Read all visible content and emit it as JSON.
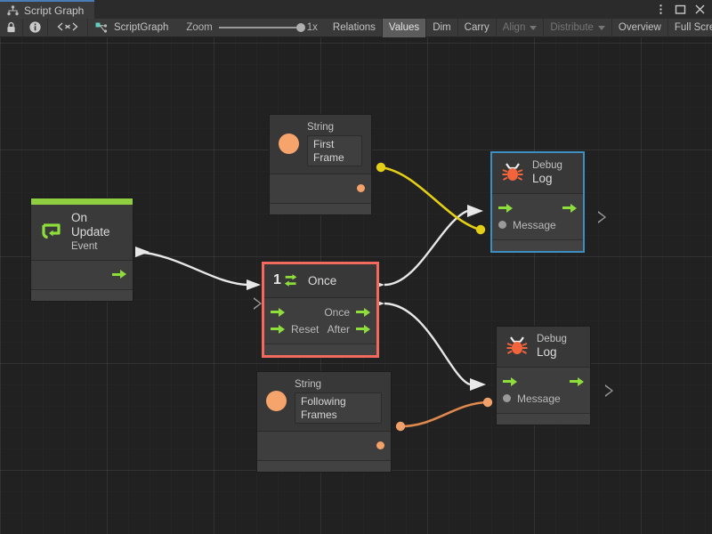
{
  "window": {
    "tab_title": "Script Graph",
    "tab_icon": "graph-icon",
    "controls": [
      {
        "name": "more-options-icon",
        "glyph": "kebab"
      },
      {
        "name": "maximize-icon",
        "glyph": "square"
      },
      {
        "name": "close-icon",
        "glyph": "x"
      }
    ]
  },
  "toolbar": {
    "lock_icon": "lock-icon",
    "info_icon": "info-icon",
    "code_icon": "angle-brackets-icon",
    "graph_icon": "script-graph-icon",
    "graph_name": "ScriptGraph",
    "zoom_label": "Zoom",
    "zoom_value": "1x",
    "zoom_percent": 100,
    "buttons": [
      {
        "label": "Relations",
        "active": false,
        "dim": false,
        "dropdown": false
      },
      {
        "label": "Values",
        "active": true,
        "dim": false,
        "dropdown": false
      },
      {
        "label": "Dim",
        "active": false,
        "dim": false,
        "dropdown": false
      },
      {
        "label": "Carry",
        "active": false,
        "dim": false,
        "dropdown": false
      },
      {
        "label": "Align",
        "active": false,
        "dim": true,
        "dropdown": true
      },
      {
        "label": "Distribute",
        "active": false,
        "dim": true,
        "dropdown": true
      },
      {
        "label": "Overview",
        "active": false,
        "dim": false,
        "dropdown": false
      },
      {
        "label": "Full Screen",
        "active": false,
        "dim": false,
        "dropdown": false
      }
    ]
  },
  "colors": {
    "flow_green": "#8ede3b",
    "event_accent": "#8fce3f",
    "selection_red": "#f2695e",
    "selection_blue": "#3c8fc0",
    "string_orange": "#f5a26a",
    "edge_yellow": "#e8d21a",
    "edge_white": "#e8e8e8",
    "canvas_bg": "#212121",
    "node_bg": "#3b3b3b"
  },
  "nodes": {
    "on_update": {
      "title": "On Update",
      "subtitle": "Event",
      "icon": "on-update-event-icon",
      "selected": false,
      "ports_out": [
        {
          "name": "trigger-out",
          "label": ""
        }
      ]
    },
    "once": {
      "title": "Once",
      "badge": "1",
      "icon": "once-loop-icon",
      "selected": true,
      "selection": "red",
      "ports_in": [
        {
          "name": "enter-in",
          "label": ""
        },
        {
          "name": "reset-in",
          "label": "Reset"
        }
      ],
      "ports_out": [
        {
          "name": "once-out",
          "label": "Once"
        },
        {
          "name": "after-out",
          "label": "After"
        }
      ]
    },
    "string_first": {
      "title": "String",
      "value": "First Frame",
      "icon": "string-literal-icon",
      "selected": false,
      "ports_out": [
        {
          "name": "value-out",
          "label": ""
        }
      ]
    },
    "string_following": {
      "title": "String",
      "value": "Following Frames",
      "icon": "string-literal-icon",
      "selected": false,
      "ports_out": [
        {
          "name": "value-out",
          "label": ""
        }
      ]
    },
    "debug_log_1": {
      "title_sm": "Debug",
      "title_lg": "Log",
      "icon": "debug-bug-icon",
      "selected": true,
      "selection": "blue",
      "ports_in": [
        {
          "name": "enter-in",
          "label": ""
        },
        {
          "name": "message-in",
          "label": "Message"
        }
      ],
      "ports_out": [
        {
          "name": "exit-out",
          "label": ""
        }
      ]
    },
    "debug_log_2": {
      "title_sm": "Debug",
      "title_lg": "Log",
      "icon": "debug-bug-icon",
      "selected": false,
      "ports_in": [
        {
          "name": "enter-in",
          "label": ""
        },
        {
          "name": "message-in",
          "label": "Message"
        }
      ],
      "ports_out": [
        {
          "name": "exit-out",
          "label": ""
        }
      ]
    }
  },
  "edges": [
    {
      "name": "edge-onupdate-to-once",
      "kind": "flow",
      "color": "#e8e8e8",
      "from": "on_update.trigger-out",
      "to": "once.enter-in"
    },
    {
      "name": "edge-once-to-debuglog1",
      "kind": "flow",
      "color": "#e8e8e8",
      "from": "once.once-out",
      "to": "debug_log_1.enter-in"
    },
    {
      "name": "edge-after-to-debuglog2",
      "kind": "flow",
      "color": "#e8e8e8",
      "from": "once.after-out",
      "to": "debug_log_2.enter-in"
    },
    {
      "name": "edge-string1-to-message1",
      "kind": "value",
      "color": "#e8d21a",
      "from": "string_first.value-out",
      "to": "debug_log_1.message-in"
    },
    {
      "name": "edge-string2-to-message2",
      "kind": "value",
      "color": "#e08a52",
      "from": "string_following.value-out",
      "to": "debug_log_2.message-in"
    }
  ]
}
